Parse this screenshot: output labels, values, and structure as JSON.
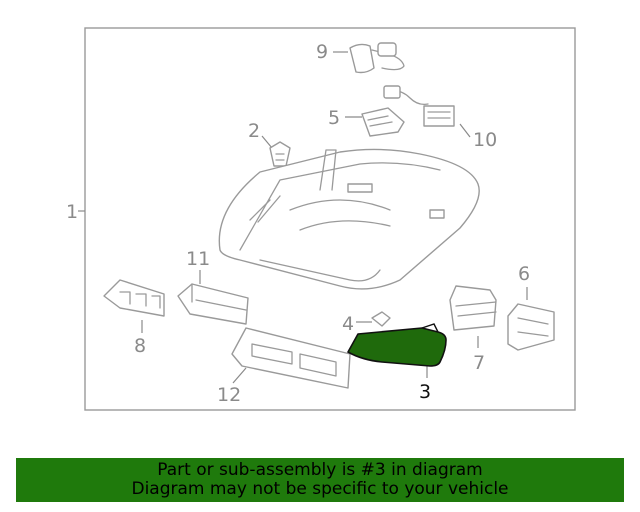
{
  "colors": {
    "banner_bg": "#1f7a0c",
    "highlight_fill": "#1f6a0c",
    "line": "#9a9a9a",
    "text": "#8a8a8a"
  },
  "callouts": {
    "c1": "1",
    "c2": "2",
    "c3": "3",
    "c4": "4",
    "c5": "5",
    "c6": "6",
    "c7": "7",
    "c8": "8",
    "c9": "9",
    "c10": "10",
    "c11": "11",
    "c12": "12"
  },
  "highlighted_part": "3",
  "banner": {
    "line1": "Part or sub-assembly is #3 in diagram",
    "line2": "Diagram may not be specific to your vehicle"
  }
}
